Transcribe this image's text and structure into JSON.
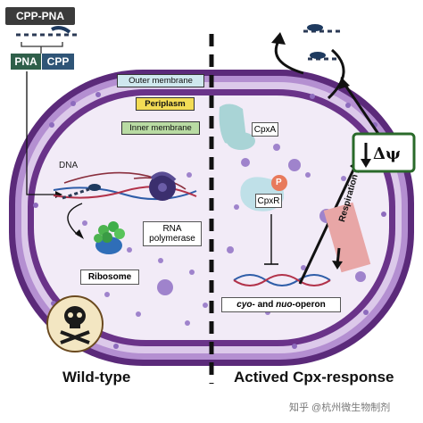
{
  "top_left": {
    "title": "CPP-PNA",
    "pna_label": "PNA",
    "cpp_label": "CPP"
  },
  "membranes": {
    "outer": "Outer membrane",
    "periplasm": "Periplasm",
    "inner": "Inner membrane"
  },
  "left_panel": {
    "dna_label": "DNA",
    "rna_polymerase_label": "RNA polymerase",
    "ribosome_label": "Ribosome",
    "title": "Wild-type"
  },
  "right_panel": {
    "cpxa_label": "CpxA",
    "cpxr_label": "CpxR",
    "phospho_label": "P",
    "operon_label_prefix": "cyo",
    "operon_label_mid": "- and ",
    "operon_label_italic": "nuo",
    "operon_label_suffix": "-operon",
    "delta_psi_label": "Δψ",
    "respiration_label": "Respiration",
    "title": "Actived Cpx-response"
  },
  "watermark": "知乎 @杭州微生物制剂",
  "colors": {
    "outer_ring": "#5b2a7a",
    "mid_ring": "#a47fc1",
    "inner_fill": "#ede4f4",
    "dots": "#9a7bc7",
    "cpxa": "#a9d4d6",
    "cpxr": "#bfe0e8",
    "phospho": "#e87a5c",
    "ribosome": "#3fae4a",
    "rnap": "#3b2f6e",
    "skull_bg": "#f3e6c2",
    "respiration_box": "#e8a6a6",
    "psi_box_border": "#2a6a2a"
  }
}
